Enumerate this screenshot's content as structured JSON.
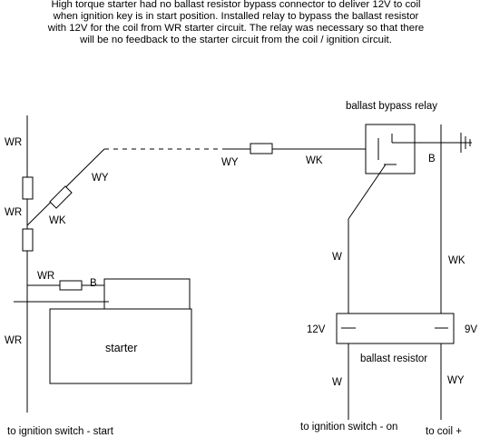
{
  "description_lines": [
    "High torque starter had no ballast resistor bypass connector to deliver 12V to coil",
    "when ignition key is in start position. Installed relay to bypass the ballast resistor",
    "with 12V for the coil from WR starter circuit. The relay was necessary so that there",
    "will be no feedback to the starter circuit from the coil / ignition circuit."
  ],
  "components": {
    "relay_title": "ballast bypass relay",
    "resistor_title": "ballast resistor",
    "starter_label": "starter"
  },
  "wire_labels": {
    "wr_top": "WR",
    "wr_mid": "WR",
    "wk_diag": "WK",
    "wy_diag": "WY",
    "wy_horiz": "WY",
    "wk_horiz": "WK",
    "wr_to_starter": "WR",
    "b_starter": "B",
    "wr_bottom": "WR",
    "b_relay": "B",
    "w_upper": "W",
    "wk_right": "WK",
    "v12": "12V",
    "v9": "9V",
    "w_lower": "W",
    "wy_lower": "WY"
  },
  "bottom_labels": {
    "start": "to ignition switch - start",
    "on": "to ignition switch - on",
    "coil": "to coil +"
  }
}
